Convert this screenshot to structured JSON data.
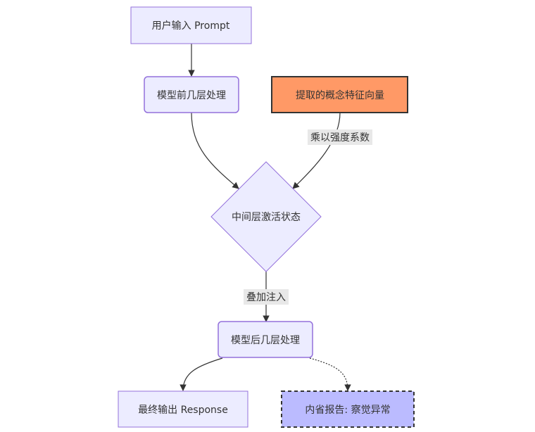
{
  "diagram": {
    "type": "flowchart",
    "direction": "top-down",
    "colors": {
      "default_fill": "#ECECFF",
      "default_stroke": "#9370DB",
      "highlight_fill": "#FF9966",
      "highlight_stroke": "#333333",
      "report_fill": "#BBBBFF",
      "report_stroke": "#333333",
      "edge": "#333333",
      "edge_label_bg": "#E8E8E8",
      "text": "#333333"
    },
    "nodes": [
      {
        "id": "prompt",
        "label": "用户输入 Prompt",
        "shape": "rect",
        "style": "default"
      },
      {
        "id": "early",
        "label": "模型前几层处理",
        "shape": "rounded",
        "style": "default"
      },
      {
        "id": "vector",
        "label": "提取的概念特征向量",
        "shape": "rect",
        "style": "highlight"
      },
      {
        "id": "mid",
        "label": "中间层激活状态",
        "shape": "diamond",
        "style": "default"
      },
      {
        "id": "late",
        "label": "模型后几层处理",
        "shape": "rounded",
        "style": "default"
      },
      {
        "id": "output",
        "label": "最终输出 Response",
        "shape": "rect",
        "style": "default"
      },
      {
        "id": "report",
        "label": "内省报告: 察觉异常",
        "shape": "rect",
        "style": "report"
      }
    ],
    "edges": [
      {
        "from": "prompt",
        "to": "early",
        "label": "",
        "style": "solid"
      },
      {
        "from": "early",
        "to": "mid",
        "label": "",
        "style": "solid"
      },
      {
        "from": "vector",
        "to": "mid",
        "label": "乘以强度系数",
        "style": "solid"
      },
      {
        "from": "mid",
        "to": "late",
        "label": "叠加注入",
        "style": "solid"
      },
      {
        "from": "late",
        "to": "output",
        "label": "",
        "style": "solid"
      },
      {
        "from": "late",
        "to": "report",
        "label": "",
        "style": "dotted"
      }
    ]
  }
}
